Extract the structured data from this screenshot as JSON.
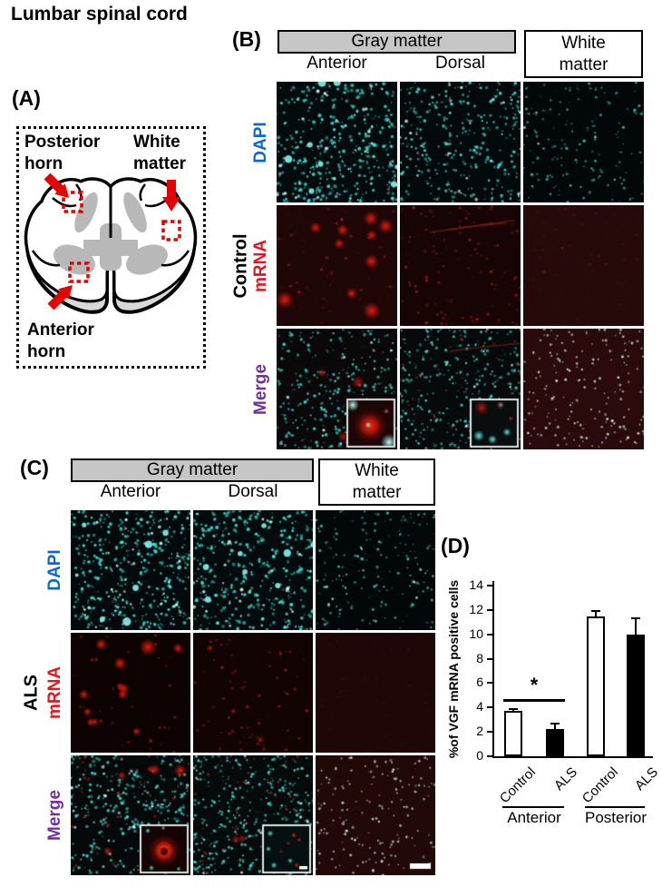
{
  "title": "Lumbar spinal cord",
  "colors": {
    "dapi_label": "#0e68c8",
    "mrna_label": "#e8131b",
    "merge_label": "#7030a0",
    "header_gray_bg": "#c6c6c6",
    "accent_red": "#e60000",
    "cyan_signal": "#46e1da",
    "red_signal": "#d81505"
  },
  "panel_a": {
    "label": "(A)",
    "annotations": {
      "posterior_horn": [
        "Posterior",
        "horn"
      ],
      "white_matter": [
        "White",
        "matter"
      ],
      "anterior_horn": [
        "Anterior",
        "horn"
      ]
    }
  },
  "panel_b": {
    "label": "(B)",
    "gray_header": "Gray matter",
    "white_header": [
      "White",
      "matter"
    ],
    "col_labels": [
      "Anterior",
      "Dorsal"
    ],
    "condition": "Control",
    "row_labels": [
      "DAPI",
      "mRNA",
      "Merge"
    ],
    "tiles": [
      [
        {
          "name": "control-dapi-anterior",
          "type": "dapi_dense"
        },
        {
          "name": "control-dapi-dorsal",
          "type": "dapi_med"
        },
        {
          "name": "control-dapi-white",
          "type": "dapi_sparse"
        }
      ],
      [
        {
          "name": "control-mrna-anterior",
          "type": "mrna_blobs"
        },
        {
          "name": "control-mrna-dorsal",
          "type": "mrna_dots"
        },
        {
          "name": "control-mrna-white",
          "type": "mrna_flat"
        }
      ],
      [
        {
          "name": "control-merge-anterior",
          "type": "merge_b1"
        },
        {
          "name": "control-merge-dorsal",
          "type": "merge_b2"
        },
        {
          "name": "control-merge-white",
          "type": "merge_pale"
        }
      ]
    ]
  },
  "panel_c": {
    "label": "(C)",
    "gray_header": "Gray matter",
    "white_header": [
      "White",
      "matter"
    ],
    "col_labels": [
      "Anterior",
      "Dorsal"
    ],
    "condition": "ALS",
    "row_labels": [
      "DAPI",
      "mRNA",
      "Merge"
    ],
    "tiles": [
      [
        {
          "name": "als-dapi-anterior",
          "type": "dapi_dense2"
        },
        {
          "name": "als-dapi-dorsal",
          "type": "dapi_dense"
        },
        {
          "name": "als-dapi-white",
          "type": "dapi_sparse2"
        }
      ],
      [
        {
          "name": "als-mrna-anterior",
          "type": "mrna_blobs_dark"
        },
        {
          "name": "als-mrna-dorsal",
          "type": "mrna_dots_dark"
        },
        {
          "name": "als-mrna-white",
          "type": "mrna_flat2"
        }
      ],
      [
        {
          "name": "als-merge-anterior",
          "type": "merge_c1"
        },
        {
          "name": "als-merge-dorsal",
          "type": "merge_c2"
        },
        {
          "name": "als-merge-white",
          "type": "merge_pale_sb"
        }
      ]
    ]
  },
  "panel_d": {
    "label": "(D)"
  },
  "chart_data": {
    "type": "bar",
    "title": "",
    "xlabel": "",
    "ylabel": "%of VGF mRNA positive cells",
    "ylim": [
      0,
      14
    ],
    "yticks": [
      0,
      2,
      4,
      6,
      8,
      10,
      12,
      14
    ],
    "categories": [
      "Control",
      "ALS",
      "Control",
      "ALS"
    ],
    "groups": [
      {
        "label": "Anterior",
        "bars": [
          0,
          1
        ]
      },
      {
        "label": "Posterior",
        "bars": [
          2,
          3
        ]
      }
    ],
    "values": [
      3.7,
      2.2,
      11.5,
      10.0
    ],
    "errors": [
      0.15,
      0.45,
      0.4,
      1.3
    ],
    "bar_fills": [
      "#ffffff",
      "#000000",
      "#ffffff",
      "#000000"
    ],
    "significance": {
      "bars": [
        0,
        1
      ],
      "label": "*"
    },
    "grid": false,
    "legend_position": "none"
  }
}
